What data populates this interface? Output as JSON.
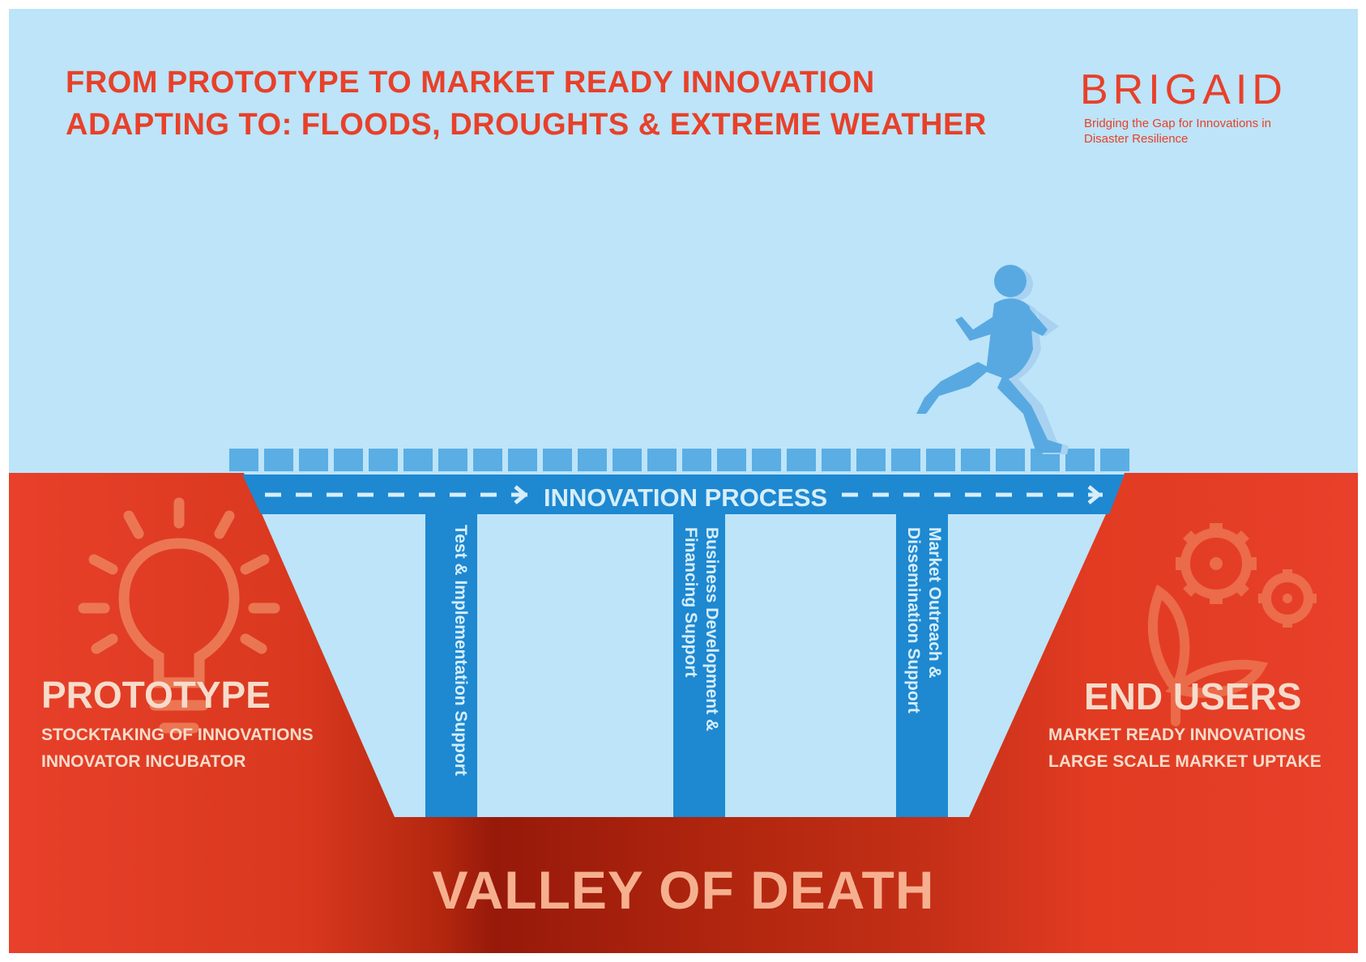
{
  "header": {
    "title_line1": "FROM PROTOTYPE TO MARKET READY INNOVATION",
    "title_line2": "ADAPTING TO: FLOODS, DROUGHTS & EXTREME WEATHER"
  },
  "brand": {
    "name": "BRIGAID",
    "tagline": "Bridging the Gap for Innovations in Disaster Resilience"
  },
  "bridge": {
    "process_label": "INNOVATION PROCESS",
    "pillars": [
      {
        "label": "Test & Implementation Support"
      },
      {
        "label": "Business Development & Financing Support"
      },
      {
        "label": "Market Outreach & Dissemination Support"
      }
    ]
  },
  "left": {
    "title": "PROTOTYPE",
    "line1": "STOCKTAKING OF INNOVATIONS",
    "line2": "INNOVATOR INCUBATOR",
    "icon": "lightbulb-icon"
  },
  "right": {
    "title": "END USERS",
    "line1": "MARKET READY INNOVATIONS",
    "line2": "LARGE SCALE MARKET UPTAKE",
    "icon": "gears-leaf-icon"
  },
  "valley": {
    "label": "VALLEY OF DEATH"
  },
  "colors": {
    "sky": "#BDE4F8",
    "red": "#E8402A",
    "dark_red": "#9B1D0E",
    "bridge_blue": "#1E88D1",
    "plank_blue": "#5AAEE4"
  }
}
